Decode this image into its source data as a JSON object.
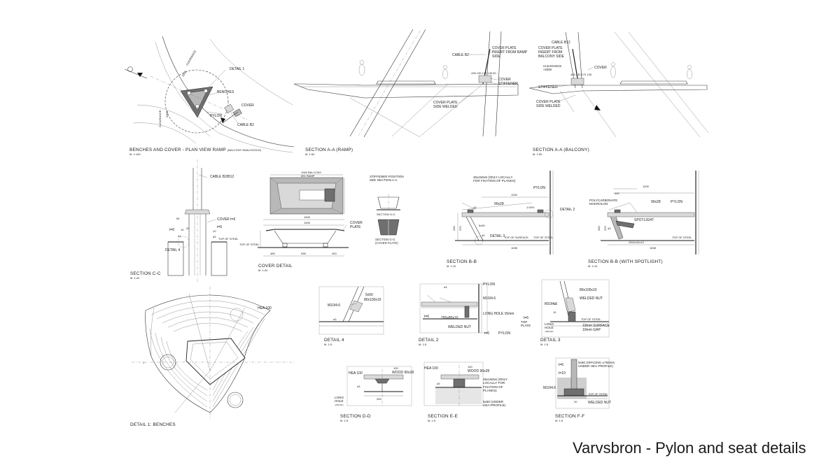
{
  "caption": "Varvsbron - Pylon and seat details",
  "panels": {
    "plan_view": {
      "title": "BENCHES AND COVER - PLAN VIEW RAMP",
      "title_note": "(BALCONY ANALOGOUS)",
      "scale": "M. 1:100",
      "labels": {
        "detail1": "DETAIL 1",
        "benches": "BENCHES",
        "cover": "COVER",
        "pylon": "PYLON",
        "cable": "CABLE B2",
        "clearance": "CLEARANCE",
        "d1": "2500",
        "d2": "2000"
      }
    },
    "section_aa_ramp": {
      "title": "SECTION A-A (RAMP)",
      "scale": "M. 1:50",
      "labels": {
        "cable": "CABLE B2",
        "cover_insert": "COVER PLATE INSERT FROM RAMP SIDE",
        "cover": "COVER",
        "stiffener": "STIFFENER",
        "side_welded": "COVER PLATE SIDE WELDED"
      }
    },
    "section_aa_balcony": {
      "title": "SECTION A-A (BALCONY)",
      "scale": "M. 1:50",
      "labels": {
        "cable": "CABLE B12",
        "cover_insert": "COVER PLATE INSERT FROM BALCONY SIDE",
        "clearance": "CLEARANCE >2000",
        "cover": "COVER",
        "stiffener": "STIFFENER",
        "side_welded": "COVER PLATE SIDE WELDED"
      }
    },
    "section_cc": {
      "title": "SECTION C-C",
      "scale": "M. 1:20",
      "labels": {
        "cable": "CABLE B2/B12",
        "cover": "COVER t=6",
        "detail4": "DETAIL 4",
        "t6": "t=6",
        "tos": "TOP OF STEEL"
      }
    },
    "cover_detail": {
      "title": "COVER DETAIL",
      "scale": "M. 1:20",
      "labels": {
        "balcony": "1063 BALCONY",
        "ramp": "831 RAMP",
        "stiffener_pos": "STIFFENER POSITION SEE SECTION A-A",
        "section_gg": "SECTION G-G",
        "section_gg_cover": "SECTION G-G (COVER PLATE)",
        "cover_plate": "COVER PLATE",
        "dim_top": "1909",
        "dim_mid": "1533",
        "d_489": "489",
        "d_938": "938",
        "d_493": "493",
        "tos": "TOP OF STEEL"
      }
    },
    "section_bb": {
      "title": "SECTION B-B",
      "scale": "M. 1:10",
      "labels": {
        "note": "45x150x6 (ONLY LOCALLY FOR FIXATION OF PLANKS)",
        "pylon": "PYLON",
        "detail2": "DETAIL 2",
        "detail3": "DETAIL 3",
        "wood": "90x28",
        "slope": "1:00%",
        "d_1200": "1200",
        "d_1638": "1638",
        "tos": "TOP OF STEEL",
        "surf": "TOP OF SURFACE"
      }
    },
    "section_bb_spot": {
      "title": "SECTION B-B (WITH SPOTLIGHT)",
      "scale": "M. 1:10",
      "labels": {
        "poly": "POLYCARBONATE MAKROLON",
        "spot": "SPOTLIGHT",
        "pylon": "PYLON",
        "wood": "90x28",
        "tube": "200x100x10",
        "d_1200": "1200",
        "d_400": "400",
        "d_1638": "1638",
        "tos": "TOP OF STEEL"
      }
    },
    "detail1": {
      "title": "DETAIL 1: BENCHES",
      "labels": {
        "hea": "HEA 100"
      }
    },
    "detail4": {
      "title": "DETAIL 4",
      "scale": "M. 1:5",
      "labels": {
        "bolt": "M10/4.6",
        "w1": "5x50",
        "w2": "80x100x10"
      }
    },
    "detail2": {
      "title": "DETAIL 2",
      "scale": "M. 1:5",
      "labels": {
        "pylon": "PYLON",
        "bolt": "M10/4.6",
        "long_hole": "LONG HOLE ±5mm",
        "plate": "250x80x10",
        "nut": "WELDED NUT",
        "t6": "t=6",
        "pylon2": "PYLON"
      }
    },
    "detail3": {
      "title": "DETAIL 3",
      "scale": "M. 1:5",
      "labels": {
        "w": "80x100x10",
        "nut": "WELDED NUT",
        "bolt": "M10/4.6",
        "t6": "t=6",
        "top_plate": "TOP PLATE",
        "long_hole": "LONG HOLE ±5mm",
        "surface": "10mm SURFACE",
        "gap": "10mm GAP",
        "tos": "TOP OF STEEL"
      }
    },
    "section_dd": {
      "title": "SECTION D-D",
      "scale": "M. 1:5",
      "labels": {
        "hea": "HEA 100",
        "wood": "WOOD 90x28",
        "long_hole": "LONG HOLE ±5mm",
        "d": "250"
      }
    },
    "section_ee": {
      "title": "SECTION E-E",
      "scale": "M. 1:5",
      "labels": {
        "hea": "HEA 100",
        "wood": "WOOD 90x28",
        "note": "45x150x6 (ONLY LOCALLY FOR FIXATION OF PLANKS)",
        "note2": "5x50 (UNDER HEA-PROFILE)"
      }
    },
    "section_ff": {
      "title": "SECTION F-F",
      "scale": "M. 1:5",
      "labels": {
        "t6": "t=6",
        "t10": "t=10",
        "note": "5x50 (SPACING ±750mm UNDER HEA-PROFILE)",
        "bolt": "M10/4.6",
        "nut": "WELDED NUT",
        "tos": "TOP OF STEEL"
      }
    }
  }
}
